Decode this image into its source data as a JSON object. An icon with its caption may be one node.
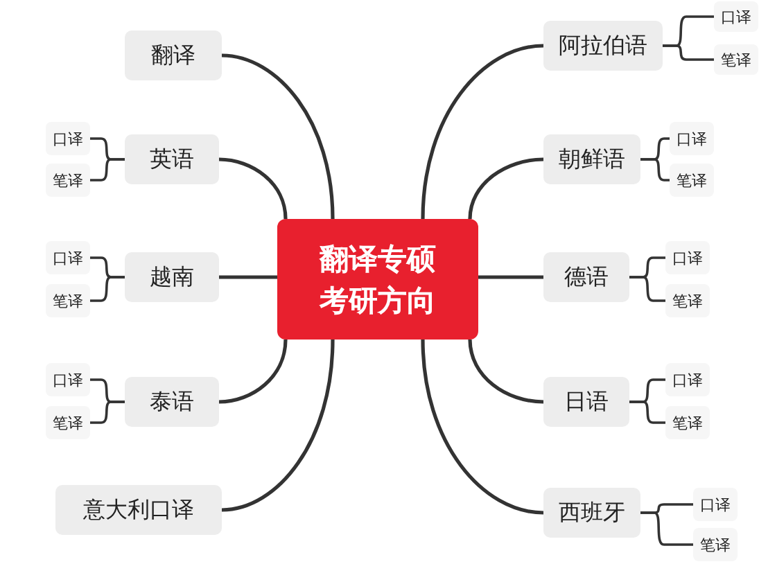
{
  "diagram": {
    "nodes": [
      {
        "text": [
          "翻译专硕考研方向"
        ]
      },
      {
        "text": [
          "翻译"
        ]
      },
      {
        "text": [
          "英语"
        ]
      },
      {
        "text": [
          "口译"
        ]
      },
      {
        "text": [
          "笔译"
        ]
      },
      {
        "text": [
          "越南"
        ]
      },
      {
        "text": [
          "口译"
        ]
      },
      {
        "text": [
          "笔译"
        ]
      },
      {
        "text": [
          "泰语"
        ]
      },
      {
        "text": [
          "口译"
        ]
      },
      {
        "text": [
          "笔译"
        ]
      },
      {
        "text": [
          "意大利口译"
        ]
      },
      {
        "text": [
          "阿拉伯语"
        ]
      },
      {
        "text": [
          "口译"
        ]
      },
      {
        "text": [
          "笔译"
        ]
      },
      {
        "text": [
          "朝鲜语"
        ]
      },
      {
        "text": [
          "口译"
        ]
      },
      {
        "text": [
          "笔译"
        ]
      },
      {
        "text": [
          "德语"
        ]
      },
      {
        "text": [
          "口译"
        ]
      },
      {
        "text": [
          "笔译"
        ]
      },
      {
        "text": [
          "日语"
        ]
      },
      {
        "text": [
          "口译"
        ]
      },
      {
        "text": [
          "笔译"
        ]
      },
      {
        "text": [
          "西班牙"
        ]
      },
      {
        "text": [
          "口译"
        ]
      },
      {
        "text": [
          "笔译"
        ]
      }
    ],
    "edges": [
      {
        "from": 0,
        "to": 1,
        "arrow": "none"
      },
      {
        "from": 0,
        "to": 2,
        "arrow": "none"
      },
      {
        "from": 2,
        "to": 3,
        "arrow": "none"
      },
      {
        "from": 2,
        "to": 4,
        "arrow": "none"
      },
      {
        "from": 0,
        "to": 5,
        "arrow": "none"
      },
      {
        "from": 5,
        "to": 6,
        "arrow": "none"
      },
      {
        "from": 5,
        "to": 7,
        "arrow": "none"
      },
      {
        "from": 0,
        "to": 8,
        "arrow": "none"
      },
      {
        "from": 8,
        "to": 9,
        "arrow": "none"
      },
      {
        "from": 8,
        "to": 10,
        "arrow": "none"
      },
      {
        "from": 0,
        "to": 11,
        "arrow": "none"
      },
      {
        "from": 0,
        "to": 12,
        "arrow": "none"
      },
      {
        "from": 12,
        "to": 13,
        "arrow": "none"
      },
      {
        "from": 12,
        "to": 14,
        "arrow": "none"
      },
      {
        "from": 0,
        "to": 15,
        "arrow": "none"
      },
      {
        "from": 15,
        "to": 16,
        "arrow": "none"
      },
      {
        "from": 15,
        "to": 17,
        "arrow": "none"
      },
      {
        "from": 0,
        "to": 18,
        "arrow": "none"
      },
      {
        "from": 18,
        "to": 19,
        "arrow": "none"
      },
      {
        "from": 18,
        "to": 20,
        "arrow": "none"
      },
      {
        "from": 0,
        "to": 21,
        "arrow": "none"
      },
      {
        "from": 21,
        "to": 22,
        "arrow": "none"
      },
      {
        "from": 21,
        "to": 23,
        "arrow": "none"
      },
      {
        "from": 0,
        "to": 24,
        "arrow": "none"
      },
      {
        "from": 24,
        "to": 25,
        "arrow": "none"
      },
      {
        "from": 24,
        "to": 26,
        "arrow": "none"
      }
    ]
  }
}
